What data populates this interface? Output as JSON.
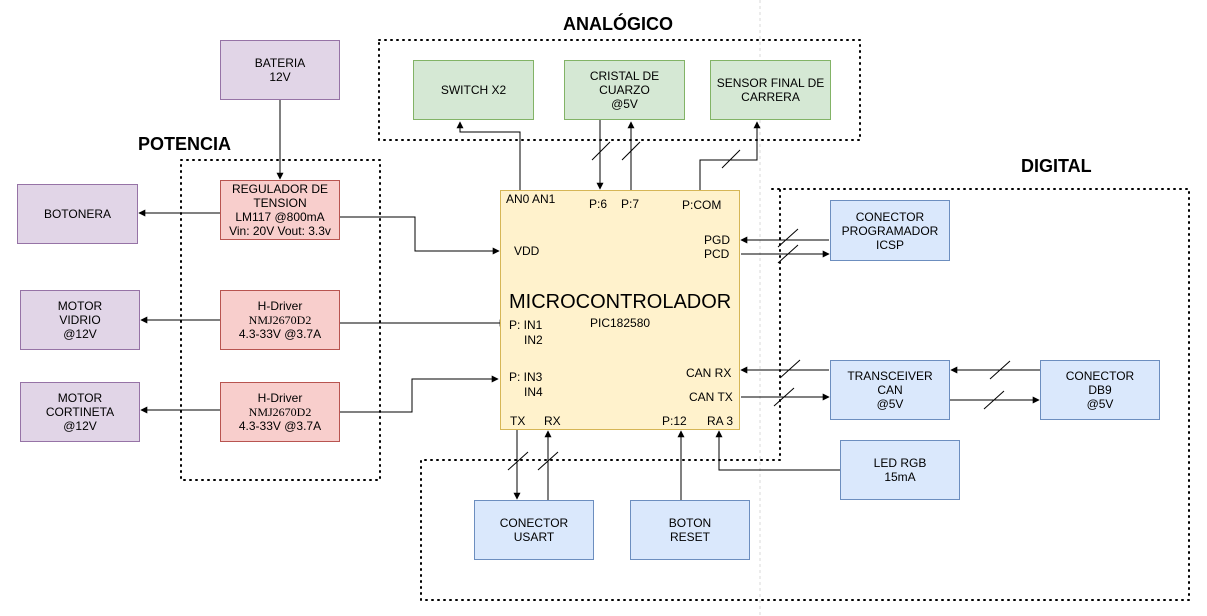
{
  "sections": {
    "analog": "ANALÓGICO",
    "power": "POTENCIA",
    "digital": "DIGITAL"
  },
  "blocks": {
    "battery": [
      "BATERIA",
      "12V"
    ],
    "regulator": [
      "REGULADOR DE",
      "TENSION",
      "LM117 @800mA",
      "Vin: 20V Vout: 3.3v"
    ],
    "keypad": [
      "BOTONERA"
    ],
    "motor_window": [
      "MOTOR",
      "VIDRIO",
      "@12V"
    ],
    "hdriver_1": [
      "H-Driver",
      "NMJ2670D2",
      "4.3-33V @3.7A"
    ],
    "motor_curtain": [
      "MOTOR",
      "CORTINETA",
      "@12V"
    ],
    "hdriver_2": [
      "H-Driver",
      "NMJ2670D2",
      "4.3-33V @3.7A"
    ],
    "switch": [
      "SWITCH X2"
    ],
    "crystal": [
      "CRISTAL DE",
      "CUARZO",
      "@5V"
    ],
    "limit_sensor": [
      "SENSOR FINAL DE",
      "CARRERA"
    ],
    "icsp": [
      "CONECTOR",
      "PROGRAMADOR",
      "ICSP"
    ],
    "transceiver": [
      "TRANSCEIVER",
      "CAN",
      "@5V"
    ],
    "db9": [
      "CONECTOR",
      "DB9",
      "@5V"
    ],
    "led": [
      "LED RGB",
      "15mA"
    ],
    "usart": [
      "CONECTOR",
      "USART"
    ],
    "reset": [
      "BOTON",
      "RESET"
    ]
  },
  "mcu": {
    "title": "MICROCONTROLADOR",
    "part": "PIC182580",
    "pins": {
      "an0_an1": "AN0 AN1",
      "p6": "P:6",
      "p7": "P:7",
      "pcom": "P:COM",
      "vdd": "VDD",
      "pgd": "PGD",
      "pcd": "PCD",
      "in1": "P: IN1",
      "in2": "IN2",
      "in3": "P: IN3",
      "in4": "IN4",
      "can_rx": "CAN RX",
      "can_tx": "CAN TX",
      "tx": "TX",
      "rx": "RX",
      "p12": "P:12",
      "ra3": "RA 3"
    }
  },
  "colors": {
    "purple_fill": "#e1d5e7",
    "green_fill": "#d5e8d4",
    "red_fill": "#f8cecc",
    "blue_fill": "#dae8fc",
    "mcu_fill": "#fff2cc"
  }
}
